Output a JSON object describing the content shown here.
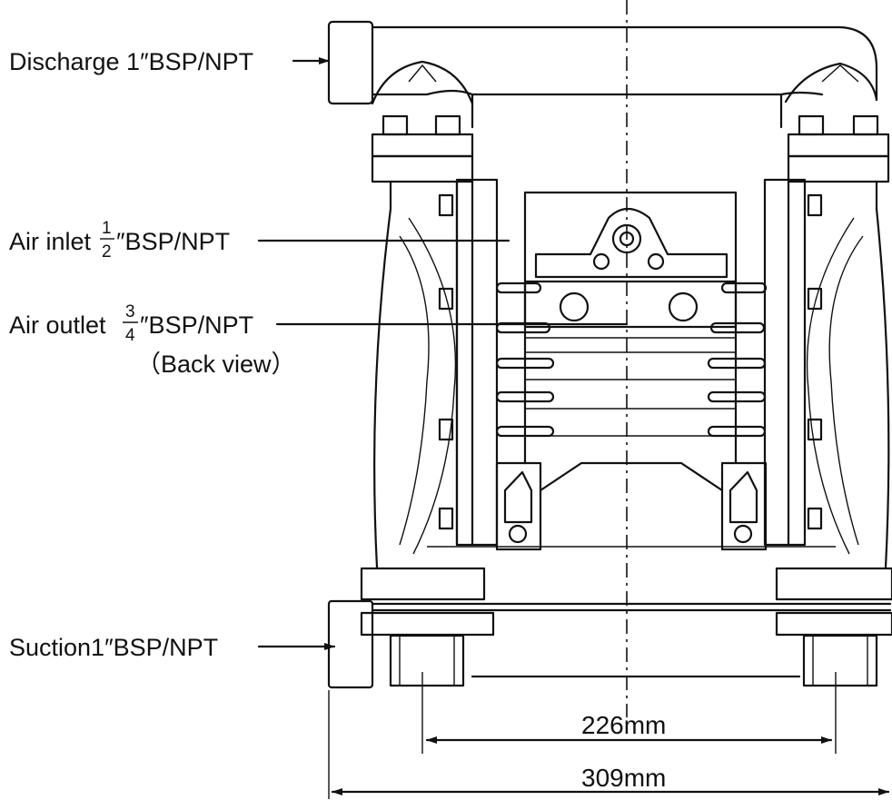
{
  "labels": {
    "discharge": "Discharge 1″BSP/NPT",
    "air_inlet_prefix": "Air inlet",
    "air_inlet_num": "1",
    "air_inlet_den": "2",
    "air_inlet_suffix": "″BSP/NPT",
    "air_outlet_prefix": "Air outlet",
    "air_outlet_num": "3",
    "air_outlet_den": "4",
    "air_outlet_suffix": "″BSP/NPT",
    "air_outlet_note": "（Back view）",
    "suction": "Suction1″BSP/NPT"
  },
  "dimensions": {
    "inner_width": "226mm",
    "outer_width": "309mm"
  }
}
